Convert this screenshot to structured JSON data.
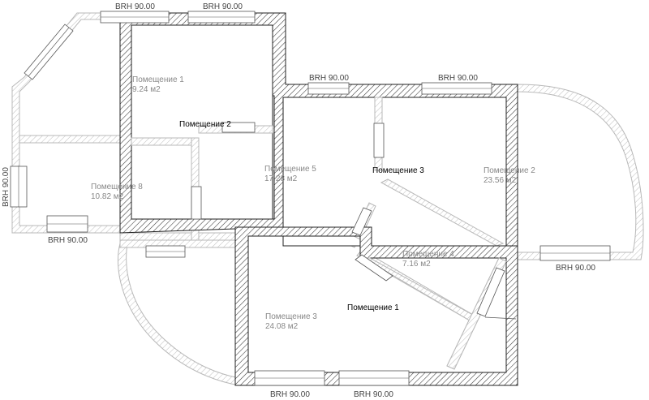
{
  "plan": {
    "rooms": {
      "room_1": {
        "name": "Помещение 1",
        "area": "9.24 м2"
      },
      "room_2": {
        "name": "Помещение 2",
        "area": "23.56 м2"
      },
      "room_3": {
        "name": "Помещение 3",
        "area": "24.08 м2"
      },
      "room_4": {
        "name": "Помещение 4",
        "area": "7.16 м2"
      },
      "room_5": {
        "name": "Помещение 5",
        "area": "17.28 м2"
      },
      "room_8": {
        "name": "Помещение 8",
        "area": "10.82 м2"
      }
    },
    "highlighted_labels": {
      "upper_room_2": "Помещение 2",
      "upper_room_3": "Помещение 3",
      "lower_room_1": "Помещение 1"
    },
    "window_labels": {
      "top_left": "BRH 90.00",
      "top_mid": "BRH 90.00",
      "mid_left": "BRH 90.00",
      "mid_right": "BRH 90.00",
      "west": "BRH 90.00",
      "southwest": "BRH 90.00",
      "east": "BRH 90.00",
      "bottom_left": "BRH 90.00",
      "bottom_right": "BRH 90.00"
    },
    "colors": {
      "upper_wall": "#222222",
      "lower_wall": "#b8b8b8",
      "hatch_dark": "#333333",
      "hatch_light": "#bdbdbd"
    }
  }
}
